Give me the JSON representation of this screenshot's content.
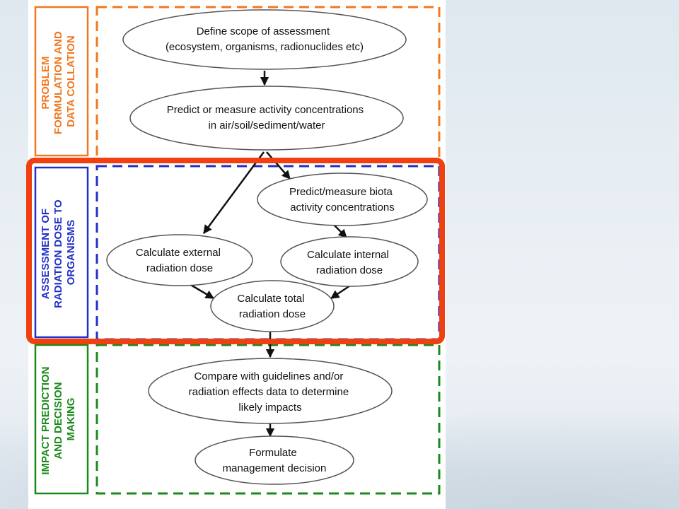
{
  "stages": [
    {
      "lines": [
        "PROBLEM",
        "FORMULATION AND",
        "DATA COLLATION"
      ],
      "color": "#f07820"
    },
    {
      "lines": [
        "ASSESSMENT OF",
        "RADIATION DOSE TO",
        "ORGANISMS"
      ],
      "color": "#2030c8"
    },
    {
      "lines": [
        "IMPACT PREDICTION",
        "AND DECISION",
        "MAKING"
      ],
      "color": "#1a8a1a"
    }
  ],
  "nodes": {
    "define_scope": [
      "Define scope of assessment",
      "(ecosystem, organisms, radionuclides etc)"
    ],
    "predict_activity": [
      "Predict or measure activity concentrations",
      "in air/soil/sediment/water"
    ],
    "predict_biota": [
      "Predict/measure biota",
      "activity concentrations"
    ],
    "external_dose": [
      "Calculate external",
      "radiation dose"
    ],
    "internal_dose": [
      "Calculate internal",
      "radiation dose"
    ],
    "total_dose": [
      "Calculate total",
      "radiation dose"
    ],
    "compare_guidelines": [
      "Compare with guidelines and/or",
      "radiation effects data to determine",
      "likely impacts"
    ],
    "management_decision": [
      "Formulate",
      "management decision"
    ]
  },
  "colors": {
    "highlight": "#f04010",
    "arrow": "#111111",
    "ellipse_stroke": "#555555"
  }
}
